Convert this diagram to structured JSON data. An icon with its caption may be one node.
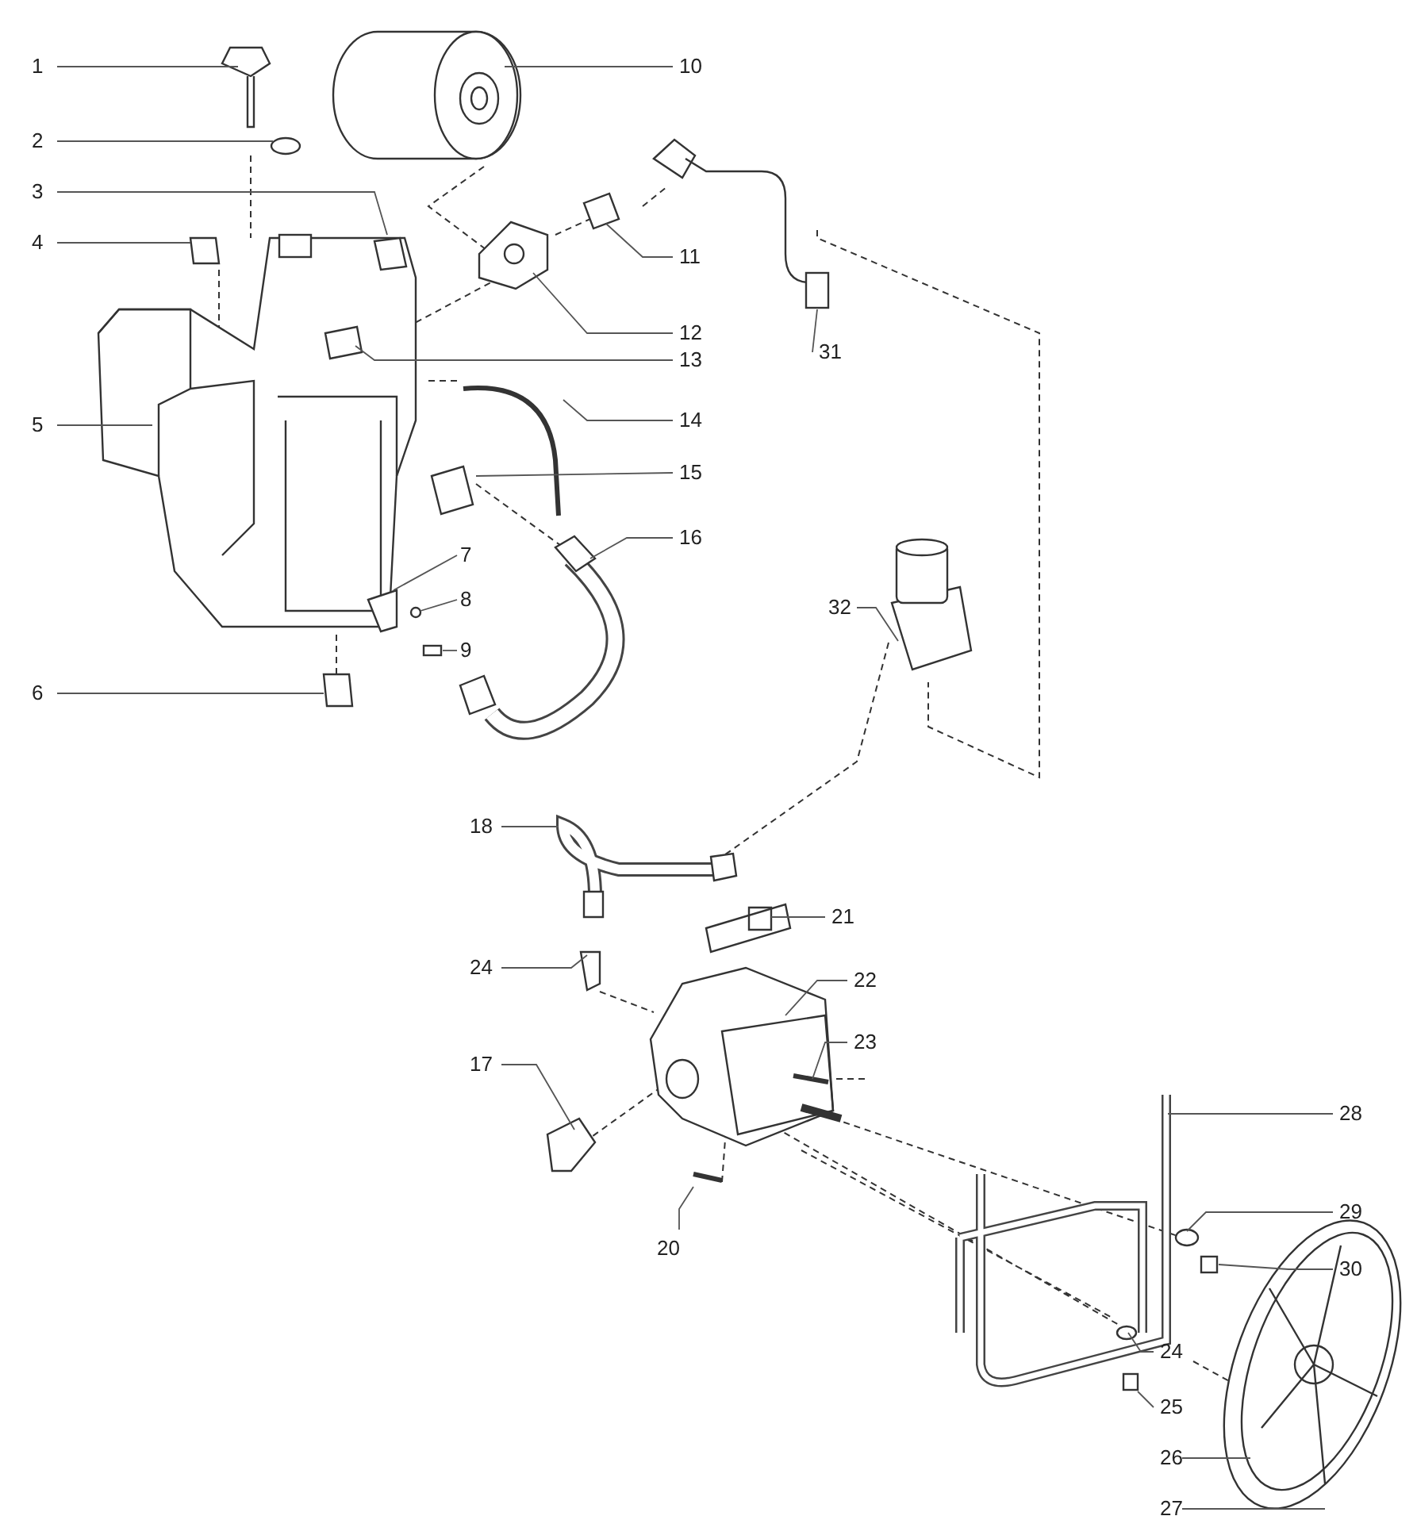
{
  "diagram": {
    "nodes": [
      {
        "text": [
          "1"
        ]
      },
      {
        "text": [
          "2"
        ]
      },
      {
        "text": [
          "3"
        ]
      },
      {
        "text": [
          "4"
        ]
      },
      {
        "text": [
          "5"
        ]
      },
      {
        "text": [
          "6"
        ]
      },
      {
        "text": [
          "7"
        ]
      },
      {
        "text": [
          "8"
        ]
      },
      {
        "text": [
          "9"
        ]
      },
      {
        "text": [
          "10"
        ]
      },
      {
        "text": [
          "11"
        ]
      },
      {
        "text": [
          "12"
        ]
      },
      {
        "text": [
          "13"
        ]
      },
      {
        "text": [
          "14"
        ]
      },
      {
        "text": [
          "15"
        ]
      },
      {
        "text": [
          "16"
        ]
      },
      {
        "text": [
          "31"
        ]
      },
      {
        "text": [
          "32"
        ]
      },
      {
        "text": [
          "18"
        ]
      },
      {
        "text": [
          "21"
        ]
      },
      {
        "text": [
          "24"
        ]
      },
      {
        "text": [
          "22"
        ]
      },
      {
        "text": [
          "23"
        ]
      },
      {
        "text": [
          "17"
        ]
      },
      {
        "text": [
          "20"
        ]
      },
      {
        "text": [
          "28"
        ]
      },
      {
        "text": [
          "29"
        ]
      },
      {
        "text": [
          "30"
        ]
      },
      {
        "text": [
          "24"
        ]
      },
      {
        "text": [
          "25"
        ]
      },
      {
        "text": [
          "26"
        ]
      },
      {
        "text": [
          "27"
        ]
      }
    ],
    "edges": [
      {
        "from": 0,
        "to": null,
        "arrow": "none"
      },
      {
        "from": 1,
        "to": null,
        "arrow": "none"
      },
      {
        "from": 2,
        "to": null,
        "arrow": "none"
      },
      {
        "from": 3,
        "to": null,
        "arrow": "none"
      },
      {
        "from": 4,
        "to": null,
        "arrow": "none"
      },
      {
        "from": 5,
        "to": null,
        "arrow": "none"
      },
      {
        "from": 6,
        "to": null,
        "arrow": "none"
      },
      {
        "from": 7,
        "to": null,
        "arrow": "none"
      },
      {
        "from": 8,
        "to": null,
        "arrow": "none"
      },
      {
        "from": 9,
        "to": null,
        "arrow": "none"
      },
      {
        "from": 10,
        "to": null,
        "arrow": "none"
      },
      {
        "from": 11,
        "to": null,
        "arrow": "none"
      },
      {
        "from": 12,
        "to": null,
        "arrow": "none"
      },
      {
        "from": 13,
        "to": null,
        "arrow": "none"
      },
      {
        "from": 14,
        "to": null,
        "arrow": "none"
      },
      {
        "from": 15,
        "to": null,
        "arrow": "none"
      },
      {
        "from": 16,
        "to": null,
        "arrow": "none"
      },
      {
        "from": 17,
        "to": null,
        "arrow": "none"
      },
      {
        "from": 18,
        "to": null,
        "arrow": "none"
      },
      {
        "from": 19,
        "to": null,
        "arrow": "none"
      },
      {
        "from": 20,
        "to": null,
        "arrow": "none"
      },
      {
        "from": 21,
        "to": null,
        "arrow": "none"
      },
      {
        "from": 22,
        "to": null,
        "arrow": "none"
      },
      {
        "from": 23,
        "to": null,
        "arrow": "none"
      },
      {
        "from": 24,
        "to": null,
        "arrow": "none"
      },
      {
        "from": 25,
        "to": null,
        "arrow": "none"
      },
      {
        "from": 26,
        "to": null,
        "arrow": "none"
      },
      {
        "from": 27,
        "to": null,
        "arrow": "none"
      },
      {
        "from": 28,
        "to": null,
        "arrow": "none"
      },
      {
        "from": 29,
        "to": null,
        "arrow": "none"
      },
      {
        "from": 30,
        "to": null,
        "arrow": "none"
      },
      {
        "from": 31,
        "to": null,
        "arrow": "none"
      }
    ]
  }
}
